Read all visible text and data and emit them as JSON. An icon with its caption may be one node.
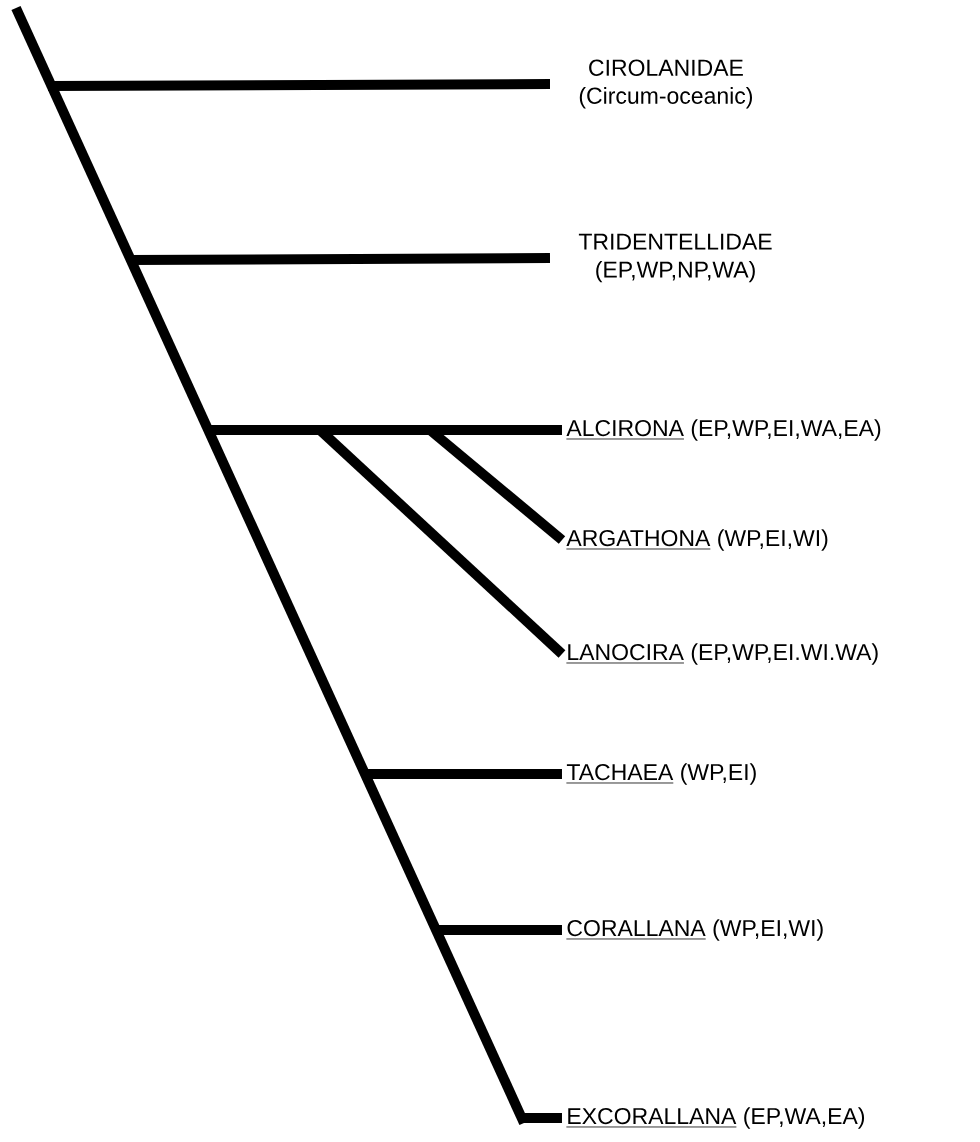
{
  "diagram": {
    "nodes": [
      {
        "text": [
          "CIROLANIDAE",
          "(Circum-oceanic)"
        ]
      },
      {
        "text": [
          "TRIDENTELLIDAE",
          "(EP,WP,NP,WA)"
        ]
      },
      {
        "text": [
          "ALCIRONA",
          "(EP,WP,EI,WA,EA)"
        ]
      },
      {
        "text": [
          "ARGATHONA",
          "(WP,EI,WI)"
        ]
      },
      {
        "text": [
          "LANOCIRA",
          "(EP,WP,EI.WI.WA)"
        ]
      },
      {
        "text": [
          "TACHAEA",
          "(WP,EI)"
        ]
      },
      {
        "text": [
          "CORALLANA",
          "(WP,EI,WI)"
        ]
      },
      {
        "text": [
          "EXCORALLANA",
          "(EP,WA,EA)"
        ]
      }
    ],
    "edges": [
      {
        "from": null,
        "to": 0,
        "arrow": "none"
      },
      {
        "from": null,
        "to": 1,
        "arrow": "none"
      },
      {
        "from": null,
        "to": 2,
        "arrow": "none"
      },
      {
        "from": null,
        "to": 3,
        "arrow": "none"
      },
      {
        "from": null,
        "to": 4,
        "arrow": "none"
      },
      {
        "from": null,
        "to": 5,
        "arrow": "none"
      },
      {
        "from": null,
        "to": 6,
        "arrow": "none"
      },
      {
        "from": null,
        "to": 7,
        "arrow": "none"
      }
    ]
  }
}
